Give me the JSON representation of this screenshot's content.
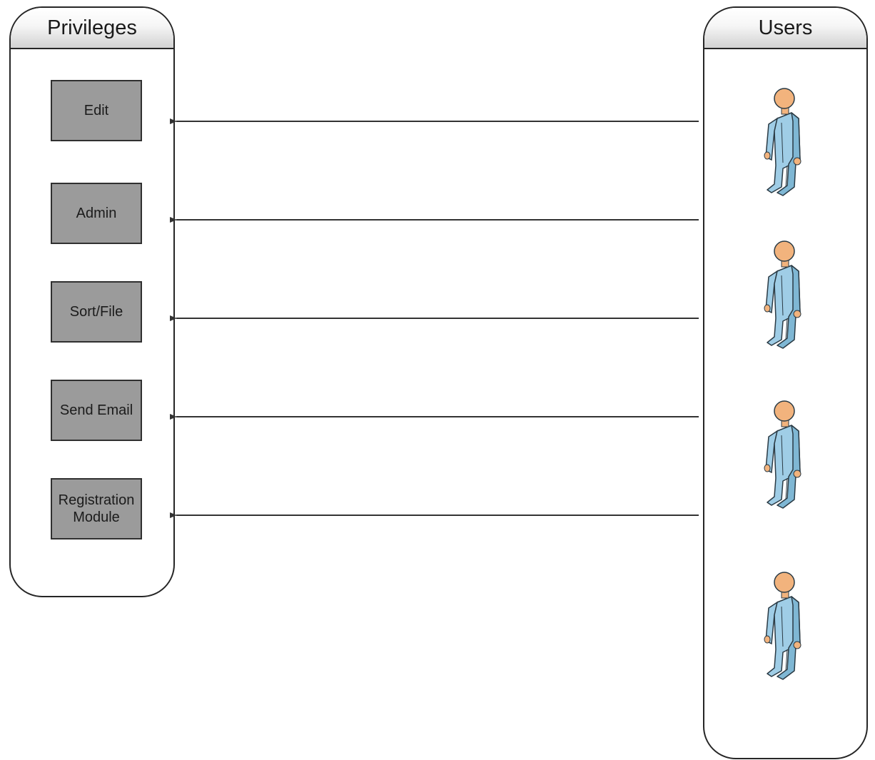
{
  "privileges": {
    "title": "Privileges",
    "items": [
      {
        "label": "Edit"
      },
      {
        "label": "Admin"
      },
      {
        "label": "Sort/File"
      },
      {
        "label": "Send Email"
      },
      {
        "label": "Registration\nModule"
      }
    ]
  },
  "users": {
    "title": "Users",
    "figure_icon": "user-figure-icon",
    "count": 4
  },
  "connections": [
    {
      "from": "users",
      "to": "Edit"
    },
    {
      "from": "users",
      "to": "Admin"
    },
    {
      "from": "users",
      "to": "Sort/File"
    },
    {
      "from": "users",
      "to": "Send Email"
    },
    {
      "from": "users",
      "to": "Registration\nModule"
    }
  ],
  "colors": {
    "box_fill": "#9b9b9b",
    "line": "#333333",
    "user_body": "#9fcde6",
    "user_head": "#f2b37d"
  }
}
